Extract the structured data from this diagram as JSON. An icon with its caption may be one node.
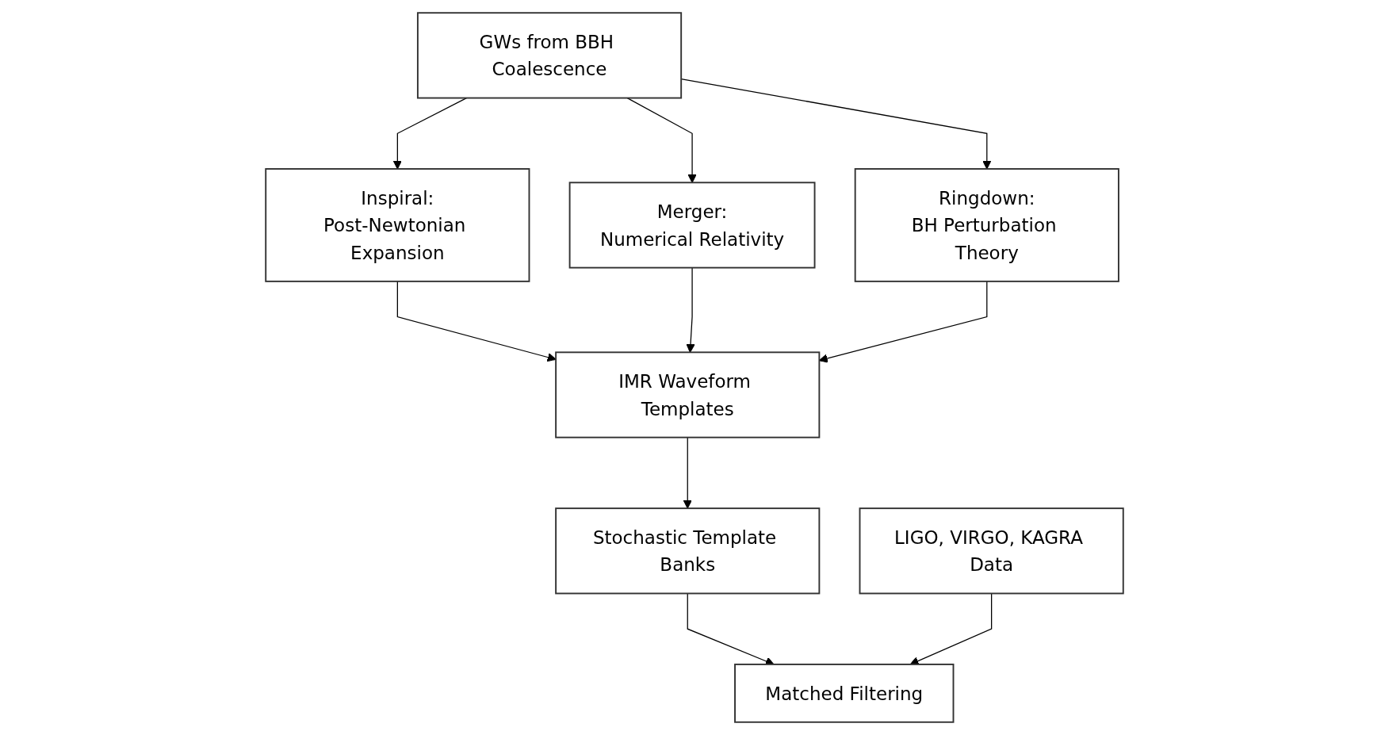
{
  "diagram": {
    "nodes": [
      {
        "text": [
          "GWs from BBH Coalescence"
        ]
      },
      {
        "text": [
          "Inspiral:",
          "Post-Newtonian Expansion"
        ]
      },
      {
        "text": [
          "Merger:",
          "Numerical Relativity"
        ]
      },
      {
        "text": [
          "Ringdown:",
          "BH Perturbation Theory"
        ]
      },
      {
        "text": [
          "IMR Waveform Templates"
        ]
      },
      {
        "text": [
          "Stochastic Template Banks"
        ]
      },
      {
        "text": [
          "LIGO, VIRGO, KAGRA Data"
        ]
      },
      {
        "text": [
          "Matched Filtering"
        ]
      }
    ],
    "edges": [
      {
        "from": 0,
        "to": 1,
        "arrow": "to"
      },
      {
        "from": 0,
        "to": 2,
        "arrow": "to"
      },
      {
        "from": 0,
        "to": 3,
        "arrow": "to"
      },
      {
        "from": 1,
        "to": 4,
        "arrow": "to"
      },
      {
        "from": 2,
        "to": 4,
        "arrow": "to"
      },
      {
        "from": 3,
        "to": 4,
        "arrow": "to"
      },
      {
        "from": 4,
        "to": 5,
        "arrow": "to"
      },
      {
        "from": 5,
        "to": 7,
        "arrow": "to"
      },
      {
        "from": 6,
        "to": 7,
        "arrow": "to"
      }
    ]
  }
}
